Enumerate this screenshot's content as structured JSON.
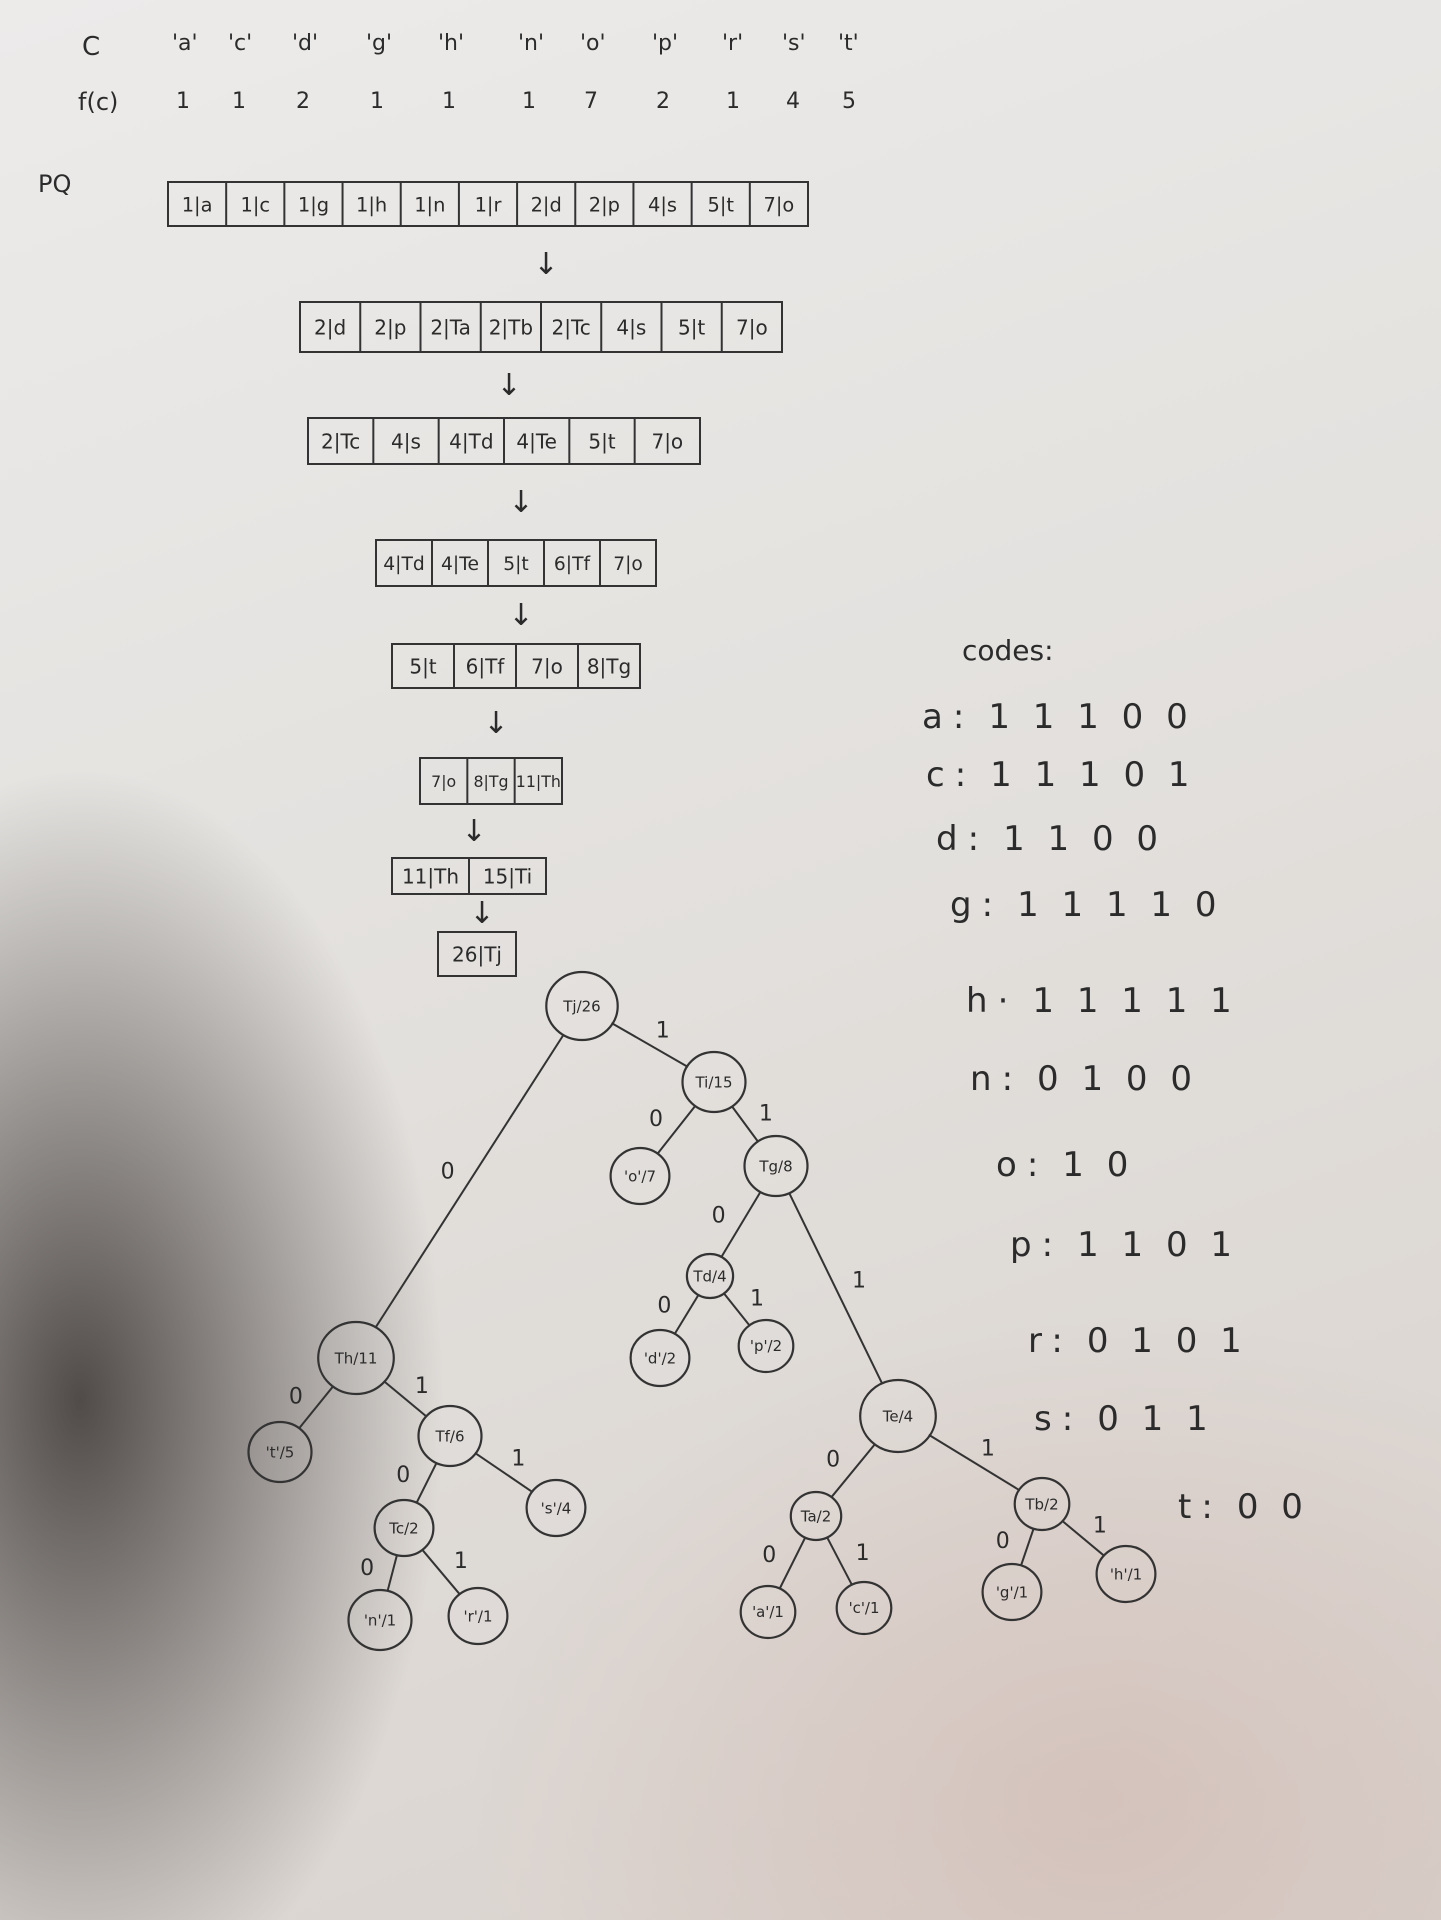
{
  "header_row": {
    "label": "C",
    "chars": [
      "'a'",
      "'c'",
      "'d'",
      "'g'",
      "'h'",
      "'n'",
      "'o'",
      "'p'",
      "'r'",
      "'s'",
      "'t'"
    ]
  },
  "freq_row": {
    "label": "f(c)",
    "values": [
      "1",
      "1",
      "2",
      "1",
      "1",
      "1",
      "7",
      "2",
      "1",
      "4",
      "5"
    ]
  },
  "pq_label": "PQ",
  "pq_rows": [
    [
      "1|a",
      "1|c",
      "1|g",
      "1|h",
      "1|n",
      "1|r",
      "2|d",
      "2|p",
      "4|s",
      "5|t",
      "7|o"
    ],
    [
      "2|d",
      "2|p",
      "2|Ta",
      "2|Tb",
      "2|Tc",
      "4|s",
      "5|t",
      "7|o"
    ],
    [
      "2|Tc",
      "4|s",
      "4|Td",
      "4|Te",
      "5|t",
      "7|o"
    ],
    [
      "4|Td",
      "4|Te",
      "5|t",
      "6|Tf",
      "7|o"
    ],
    [
      "5|t",
      "6|Tf",
      "7|o",
      "8|Tg"
    ],
    [
      "7|o",
      "8|Tg",
      "11|Th"
    ],
    [
      "11|Th",
      "15|Ti"
    ],
    [
      "26|Tj"
    ]
  ],
  "arrow_glyph": "↓",
  "codes_title": "codes:",
  "codes": [
    {
      "ch": "a",
      "sep": ":",
      "code": "1 1 1 0 0"
    },
    {
      "ch": "c",
      "sep": ":",
      "code": "1 1 1 0 1"
    },
    {
      "ch": "d",
      "sep": ":",
      "code": "1 1 0 0"
    },
    {
      "ch": "g",
      "sep": ":",
      "code": "1 1 1 1 0"
    },
    {
      "ch": "h",
      "sep": "·",
      "code": "1 1 1 1 1"
    },
    {
      "ch": "n",
      "sep": ":",
      "code": "0 1 0 0"
    },
    {
      "ch": "o",
      "sep": ":",
      "code": "1 0"
    },
    {
      "ch": "p",
      "sep": ":",
      "code": "1 1 0 1"
    },
    {
      "ch": "r",
      "sep": ":",
      "code": "0 1 0 1"
    },
    {
      "ch": "s",
      "sep": ":",
      "code": "0 1 1"
    },
    {
      "ch": "t",
      "sep": ":",
      "code": "0 0"
    }
  ],
  "tree": {
    "nodes": [
      {
        "id": "Tj",
        "label": "Tj/26"
      },
      {
        "id": "Ti",
        "label": "Ti/15"
      },
      {
        "id": "o",
        "label": "'o'/7"
      },
      {
        "id": "Tg",
        "label": "Tg/8"
      },
      {
        "id": "Td",
        "label": "Td/4"
      },
      {
        "id": "d",
        "label": "'d'/2"
      },
      {
        "id": "p",
        "label": "'p'/2"
      },
      {
        "id": "Te",
        "label": "Te/4"
      },
      {
        "id": "Ta",
        "label": "Ta/2"
      },
      {
        "id": "a",
        "label": "'a'/1"
      },
      {
        "id": "c",
        "label": "'c'/1"
      },
      {
        "id": "Tb",
        "label": "Tb/2"
      },
      {
        "id": "g",
        "label": "'g'/1"
      },
      {
        "id": "h",
        "label": "'h'/1"
      },
      {
        "id": "Th",
        "label": "Th/11"
      },
      {
        "id": "t",
        "label": "'t'/5"
      },
      {
        "id": "Tf",
        "label": "Tf/6"
      },
      {
        "id": "Tc",
        "label": "Tc/2"
      },
      {
        "id": "s",
        "label": "'s'/4"
      },
      {
        "id": "n",
        "label": "'n'/1"
      },
      {
        "id": "r",
        "label": "'r'/1"
      }
    ],
    "edges": [
      {
        "from": "Tj",
        "to": "Th",
        "bit": "0"
      },
      {
        "from": "Tj",
        "to": "Ti",
        "bit": "1"
      },
      {
        "from": "Ti",
        "to": "o",
        "bit": "0"
      },
      {
        "from": "Ti",
        "to": "Tg",
        "bit": "1"
      },
      {
        "from": "Tg",
        "to": "Td",
        "bit": "0"
      },
      {
        "from": "Tg",
        "to": "Te",
        "bit": "1"
      },
      {
        "from": "Td",
        "to": "d",
        "bit": "0"
      },
      {
        "from": "Td",
        "to": "p",
        "bit": "1"
      },
      {
        "from": "Te",
        "to": "Ta",
        "bit": "0"
      },
      {
        "from": "Te",
        "to": "Tb",
        "bit": "1"
      },
      {
        "from": "Ta",
        "to": "a",
        "bit": "0"
      },
      {
        "from": "Ta",
        "to": "c",
        "bit": "1"
      },
      {
        "from": "Tb",
        "to": "g",
        "bit": "0"
      },
      {
        "from": "Tb",
        "to": "h",
        "bit": "1"
      },
      {
        "from": "Th",
        "to": "t",
        "bit": "0"
      },
      {
        "from": "Th",
        "to": "Tf",
        "bit": "1"
      },
      {
        "from": "Tf",
        "to": "Tc",
        "bit": "0"
      },
      {
        "from": "Tf",
        "to": "s",
        "bit": "1"
      },
      {
        "from": "Tc",
        "to": "n",
        "bit": "0"
      },
      {
        "from": "Tc",
        "to": "r",
        "bit": "1"
      }
    ]
  }
}
